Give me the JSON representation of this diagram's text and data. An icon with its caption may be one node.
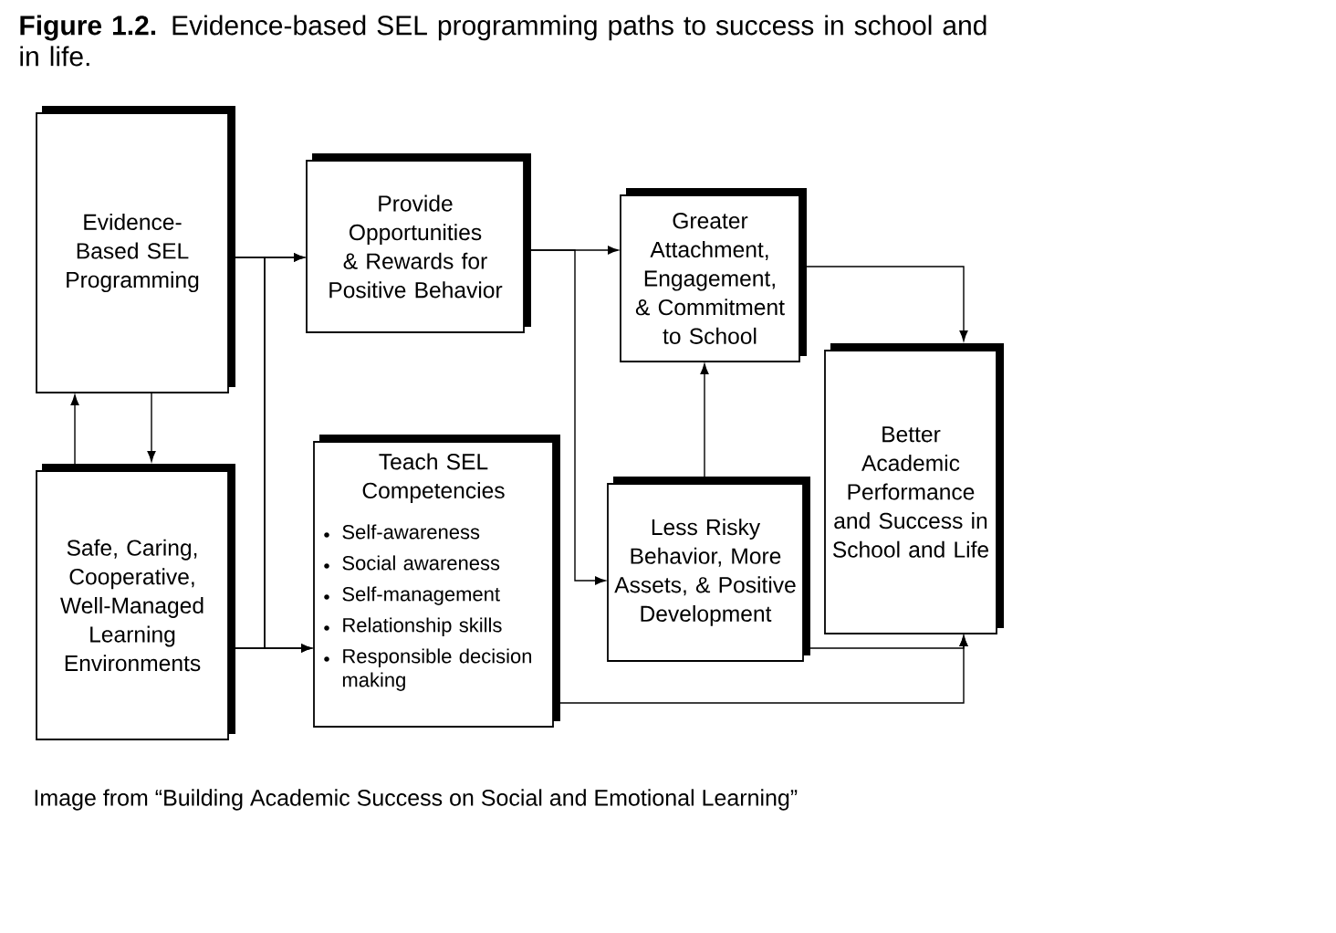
{
  "diagram": {
    "title": "**Figure 1.2.** Evidence-based SEL programming paths to success in school and in life.",
    "caption": "Image from “Building Academic Success on Social and Emotional Learning”",
    "nodes": [
      {
        "text": [
          "Evidence-Based SEL Programming"
        ]
      },
      {
        "text": [
          "Safe, Caring, Cooperative, Well-Managed Learning Environments"
        ]
      },
      {
        "text": [
          "Provide Opportunities & Rewards for Positive Behavior"
        ]
      },
      {
        "text": [
          "Teach SEL Competencies",
          "Self-awareness",
          "Social awareness",
          "Self-management",
          "Relationship skills",
          "Responsible decision making"
        ]
      },
      {
        "text": [
          "Greater Attachment, Engagement, & Commitment to School"
        ]
      },
      {
        "text": [
          "Less Risky Behavior, More Assets, & Positive Development"
        ]
      },
      {
        "text": [
          "Better Academic Performance and Success in School and Life"
        ]
      }
    ],
    "edges": [
      {
        "from": 0,
        "to": 2,
        "arrow": "to"
      },
      {
        "from": 0,
        "to": 3,
        "arrow": "to"
      },
      {
        "from": 1,
        "to": 2,
        "arrow": "to"
      },
      {
        "from": 1,
        "to": 3,
        "arrow": "to"
      },
      {
        "from": 0,
        "to": 1,
        "arrow": "to"
      },
      {
        "from": 1,
        "to": 0,
        "arrow": "to"
      },
      {
        "from": 2,
        "to": 4,
        "arrow": "to"
      },
      {
        "from": 2,
        "to": 5,
        "arrow": "to"
      },
      {
        "from": 5,
        "to": 4,
        "arrow": "to"
      },
      {
        "from": 4,
        "to": 6,
        "arrow": "to"
      },
      {
        "from": 5,
        "to": 6,
        "arrow": "to"
      },
      {
        "from": 3,
        "to": 6,
        "arrow": "to"
      }
    ]
  }
}
